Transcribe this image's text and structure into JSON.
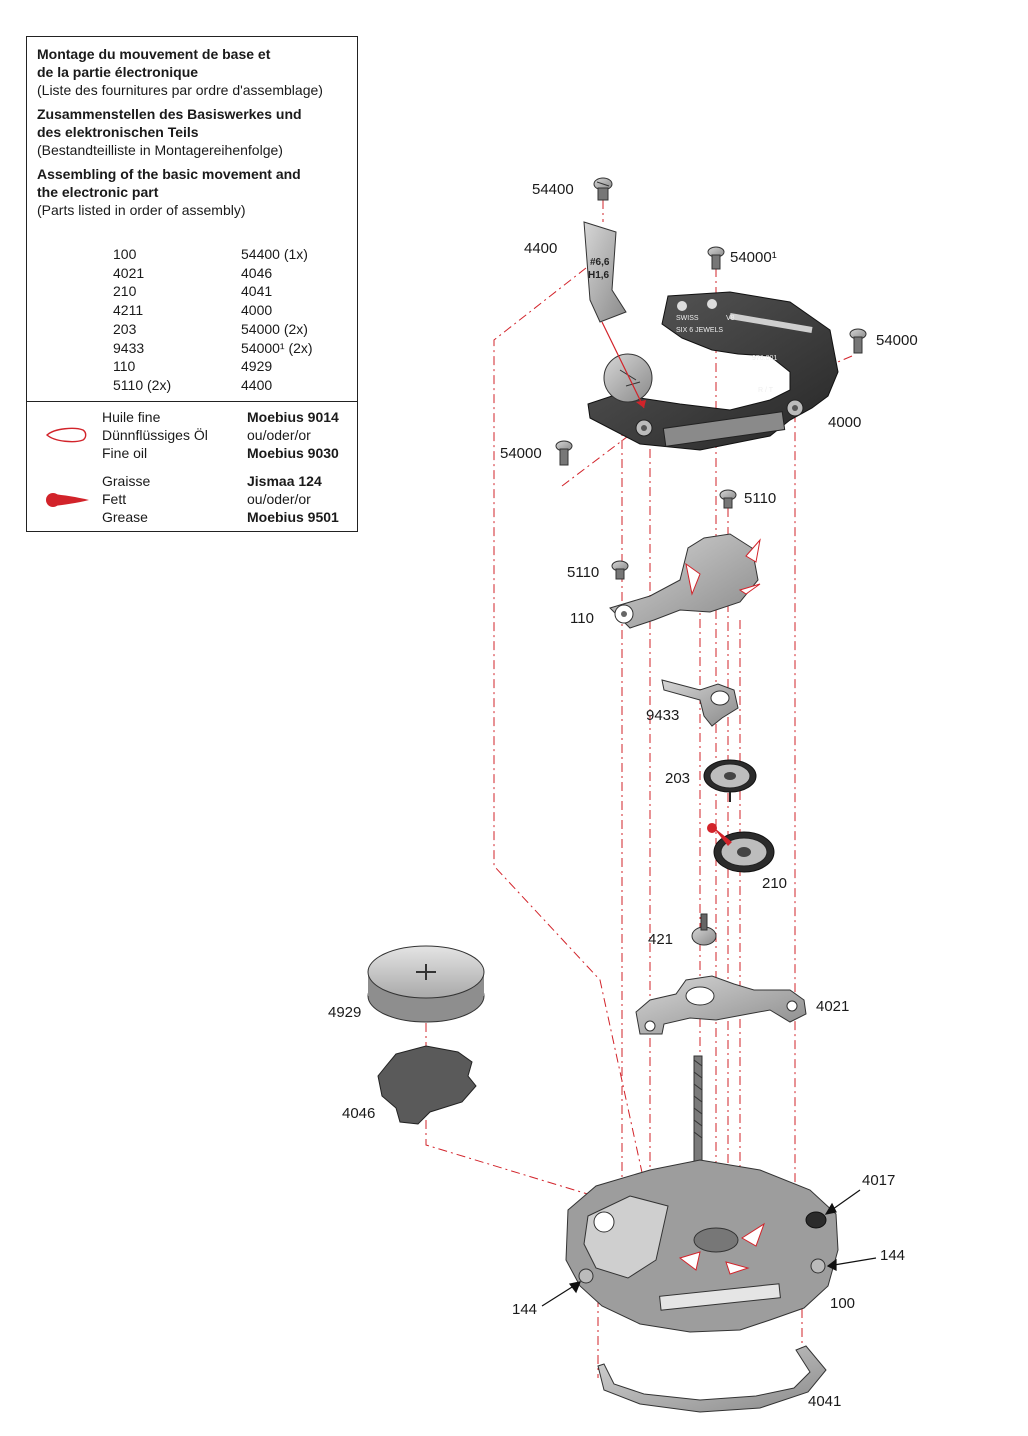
{
  "legend": {
    "fr": {
      "title_line1": "Montage du mouvement de base et",
      "title_line2": "de la partie électronique",
      "note": "(Liste des fournitures par ordre d'assemblage)"
    },
    "de": {
      "title_line1": "Zusammenstellen des Basiswerkes und",
      "title_line2": "des elektronischen Teils",
      "note": "(Bestandteilliste in Montagereihenfolge)"
    },
    "en": {
      "title_line1": "Assembling of the basic movement and",
      "title_line2": "the electronic part",
      "note": "(Parts listed in order of assembly)"
    },
    "parts_col1": [
      "100",
      "4021",
      "210",
      "4211",
      "203",
      "9433",
      "110",
      "5110 (2x)"
    ],
    "parts_col2": [
      "54400 (1x)",
      "4046",
      "4041",
      "4000",
      "54000 (2x)",
      "54000¹ (2x)",
      "4929",
      "4400"
    ],
    "oil": {
      "icon": "oil-drop-icon",
      "labels": [
        "Huile fine",
        "Dünnflüssiges Öl",
        "Fine oil"
      ],
      "products": [
        "Moebius 9014",
        "ou/oder/or",
        "Moebius 9030"
      ]
    },
    "grease": {
      "icon": "grease-drop-icon",
      "labels": [
        "Graisse",
        "Fett",
        "Grease"
      ],
      "products": [
        "Jismaa 124",
        "ou/oder/or",
        "Moebius 9501"
      ]
    }
  },
  "colors": {
    "accent_red": "#d2232a",
    "metal": "#9a9a9a",
    "dark_metal": "#3d3d3d",
    "line": "#1a1a1a"
  },
  "diagram": {
    "labels": {
      "p54400": "54400",
      "p4400": "4400",
      "p54000_sup": "54000¹",
      "p54000_right": "54000",
      "p4000": "4000",
      "p54000_left": "54000",
      "p5110_top": "5110",
      "p5110_left": "5110",
      "p110": "110",
      "p9433": "9433",
      "p203": "203",
      "p210": "210",
      "p421": "421",
      "p4021": "4021",
      "p4929": "4929",
      "p4046": "4046",
      "p4017": "4017",
      "p144_right": "144",
      "p144_left": "144",
      "p100": "100",
      "p4041": "4041"
    },
    "bridge_marks": {
      "swiss": "SWISS",
      "v8": "V8",
      "jewels": "SIX  6  JEWELS",
      "caliber": "976.001",
      "rt": "R / T"
    },
    "spring_marks": {
      "line1": "#6,6",
      "line2": "H1,6"
    }
  }
}
